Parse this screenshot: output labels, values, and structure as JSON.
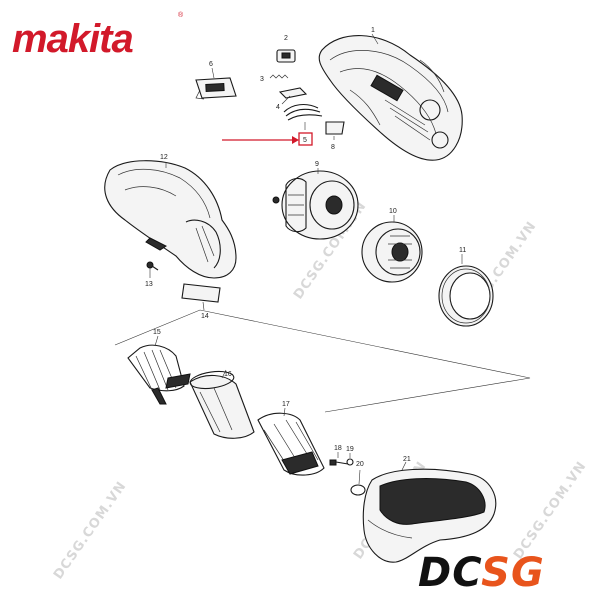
{
  "brand": {
    "logo_text": "makita",
    "registered_mark": "®",
    "color": "#d2192a"
  },
  "store_logo": {
    "text": "DCSG",
    "color_dark": "#111111",
    "color_accent": "#e8541c"
  },
  "watermark_text": "DCSG.COM.VN",
  "highlight": {
    "part_number": "5",
    "color": "#d2192a"
  },
  "part_numbers": {
    "p1": "1",
    "p2": "2",
    "p3": "3",
    "p4": "4",
    "p5": "5",
    "p6": "6",
    "p8": "8",
    "p9": "9",
    "p10": "10",
    "p11": "11",
    "p12": "12",
    "p13": "13",
    "p14": "14",
    "p15": "15",
    "p16": "16",
    "p17": "17",
    "p18": "18",
    "p19": "19",
    "p20": "20",
    "p21": "21"
  }
}
